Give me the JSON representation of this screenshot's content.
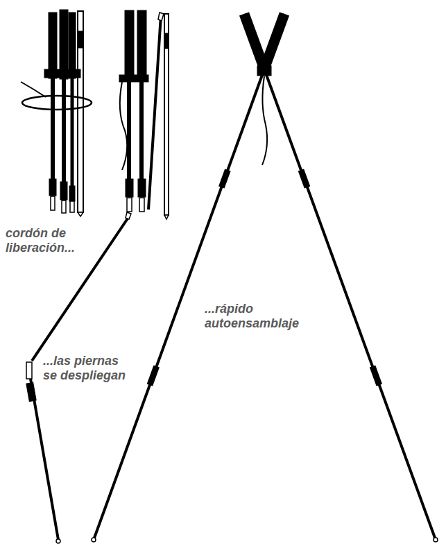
{
  "diagram": {
    "labels": [
      "cordón de liberación...",
      "...las piernas se despliegan",
      "...rápido autoensamblaje"
    ]
  }
}
